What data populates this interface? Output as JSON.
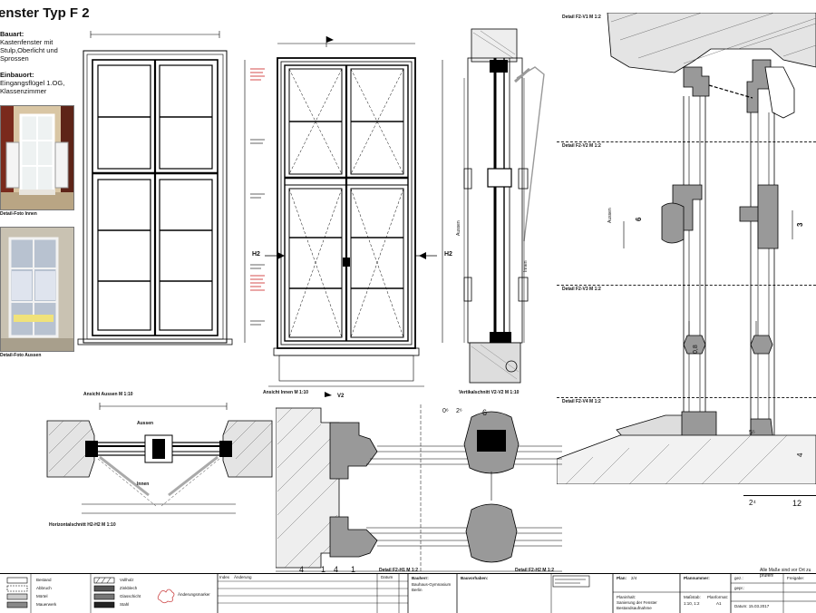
{
  "header": {
    "title": "enster Typ F 2",
    "bauart_label": "Bauart:",
    "bauart_text": [
      "Kastenfenster mit",
      "Stulp,Oberlicht und",
      "Sprossen"
    ],
    "einbauort_label": "Einbauort:",
    "einbauort_text": [
      "Eingangsflügel 1.OG,",
      "Klassenzimmer"
    ]
  },
  "photos": {
    "inner_caption": "Detail-Foto Innen",
    "outer_caption": "Detail-Foto Aussen"
  },
  "views": {
    "ansicht_aussen": "Ansicht Aussen M 1:10",
    "ansicht_innen": "Ansicht Innen M 1:10",
    "vertikalschnitt": "Vertikalschnitt V2-V2 M 1:10",
    "horizontalschnitt": "Horizontalschnitt H2-H2 M 1:10",
    "detail_h1": "Detail F2-H1 M 1:2",
    "detail_h2": "Detail F2-H2 M 1:2",
    "detail_v1": "Detail F2-V1 M 1:2",
    "detail_v2": "Detail F2-V2 M 1:2",
    "detail_v3": "Detail F2-V3 M 1:2",
    "detail_v4": "Detail F2-V4 M 1:2",
    "marker_h2_left": "H2",
    "marker_h2_right": "H2",
    "marker_v2": "V2",
    "label_aussen": "Aussen",
    "label_innen": "Innen",
    "side_aussen": "Aussen",
    "side_innen": "Innen"
  },
  "dimensions": {
    "d_0_6": "0⁶",
    "d_2_6": "2⁶",
    "d_6": "6",
    "d_4": "4",
    "d_1": "1",
    "d_2_4": "2⁴",
    "d_12": "12",
    "d_5_5": "5⁵",
    "d_3": "3",
    "d_0_8": "0,8"
  },
  "notes": {
    "note_bottom_right": "Alle Maße sind vor Ort zu prüfen!"
  },
  "legend": {
    "items": [
      {
        "label": "Bestand"
      },
      {
        "label": "Abbruch"
      },
      {
        "label": "Mörtel"
      },
      {
        "label": "Mauerwerk"
      }
    ],
    "items2": [
      {
        "label": "Vollholz"
      },
      {
        "label": "Zinkblech"
      },
      {
        "label": "Glasschicht"
      },
      {
        "label": "Stahl"
      }
    ],
    "change_marker": "Änderungsmarker"
  },
  "titleblock": {
    "index_label": "Index",
    "aenderung_label": "Änderung",
    "datum_label": "Datum",
    "bauherr_label": "Bauherr:",
    "bauherr_lines": [
      "Bauhaus-Gymnasium",
      "Berlin"
    ],
    "bauvorhaben_label": "Bauvorhaben:",
    "plan_label": "Plan:",
    "plan_value": "2/4",
    "plannummer_label": "Plannummer:",
    "planinhalt_label": "Planinhalt:",
    "planinhalt_lines": [
      "Sanierung der Fenster",
      "Bestandsaufnahme"
    ],
    "massstab_label": "Maßstab:",
    "massstab_value": "1:10, 1:2",
    "format_label": "Planformat:",
    "format_value": "A1",
    "gez_label": "gez.:",
    "gepr_label": "gepr.:",
    "datum_value": "Datum: 15.03.2017",
    "freigabe_label": "Freigabe:"
  }
}
